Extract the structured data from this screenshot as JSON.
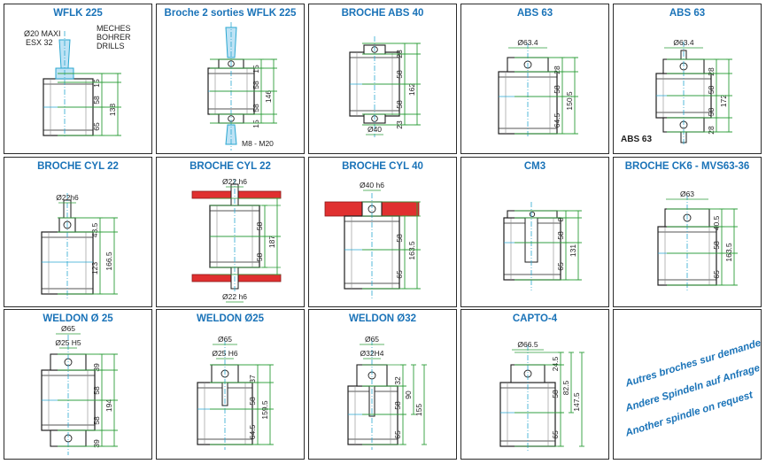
{
  "colors": {
    "accent": "#1a73b8",
    "dimension": "#2e9e3a",
    "axis": "#2aa7d0",
    "clamp": "#e03030",
    "stroke": "#1e1e1e"
  },
  "cells": [
    {
      "id": "wflk-225",
      "title": "WFLK 225",
      "variant": "wflk",
      "labels": [
        "Ø20 MAXI",
        "ESX 32",
        "MECHES",
        "BOHRER",
        "DRILLS"
      ],
      "dims": [
        "15",
        "58",
        "65",
        "138"
      ]
    },
    {
      "id": "broche-2-sorties-wflk-225",
      "title": "Broche 2 sorties WFLK 225",
      "variant": "two-outputs",
      "labels": [
        "M8 - M20"
      ],
      "dims": [
        "15",
        "58",
        "58",
        "15",
        "146"
      ]
    },
    {
      "id": "broche-abs-40",
      "title": "BROCHE ABS 40",
      "variant": "abs40",
      "labels": [
        "Ø40"
      ],
      "dims": [
        "23",
        "58",
        "58",
        "23",
        "162"
      ]
    },
    {
      "id": "abs-63-a",
      "title": "ABS 63",
      "variant": "abs63",
      "labels": [
        "Ø63.4"
      ],
      "dims": [
        "28",
        "58",
        "64.5",
        "150.5"
      ]
    },
    {
      "id": "abs-63-b",
      "title": "ABS 63",
      "variant": "abs63-double",
      "labels": [
        "Ø63.4",
        "ABS 63"
      ],
      "dims": [
        "28",
        "58",
        "58",
        "28",
        "172"
      ]
    },
    {
      "id": "broche-cyl-22-a",
      "title": "BROCHE CYL 22",
      "variant": "cyl22",
      "labels": [
        "Ø22h6"
      ],
      "dims": [
        "43.5",
        "123",
        "166.5"
      ]
    },
    {
      "id": "broche-cyl-22-b",
      "title": "BROCHE CYL 22",
      "variant": "cyl22-double",
      "labels": [
        "Ø22 h6",
        "Ø22 h6"
      ],
      "dims": [
        "58",
        "58",
        "187"
      ]
    },
    {
      "id": "broche-cyl-40",
      "title": "BROCHE CYL 40",
      "variant": "cyl40",
      "labels": [
        "Ø40 h6"
      ],
      "dims": [
        "58",
        "65",
        "163.5"
      ]
    },
    {
      "id": "cm3",
      "title": "CM3",
      "variant": "cm3",
      "labels": [],
      "dims": [
        "8",
        "58",
        "65",
        "131"
      ]
    },
    {
      "id": "broche-ck6",
      "title": "BROCHE CK6 - MVS63-36",
      "variant": "ck6",
      "labels": [
        "Ø63"
      ],
      "dims": [
        "40.5",
        "58",
        "65",
        "163.5"
      ]
    },
    {
      "id": "weldon-25-a",
      "title": "WELDON Ø 25",
      "variant": "weldon-double",
      "labels": [
        "Ø65",
        "Ø25 H5"
      ],
      "dims": [
        "39",
        "58",
        "58",
        "39",
        "194"
      ]
    },
    {
      "id": "weldon-25-b",
      "title": "WELDON Ø25",
      "variant": "weldon",
      "labels": [
        "Ø65",
        "Ø25 H6"
      ],
      "dims": [
        "37",
        "58",
        "64.5",
        "159.5"
      ]
    },
    {
      "id": "weldon-32",
      "title": "WELDON Ø32",
      "variant": "weldon32",
      "labels": [
        "Ø65",
        "Ø32H4"
      ],
      "dims": [
        "32",
        "58",
        "65",
        "90",
        "155"
      ]
    },
    {
      "id": "capto-4",
      "title": "CAPTO-4",
      "variant": "capto",
      "labels": [
        "Ø66.5"
      ],
      "dims": [
        "24.5",
        "58",
        "65",
        "82.5",
        "147.5"
      ]
    }
  ],
  "request_note": {
    "lines": [
      "Autres broches sur demande",
      "Andere Spindeln auf Anfrage",
      "Another spindle on request"
    ]
  }
}
